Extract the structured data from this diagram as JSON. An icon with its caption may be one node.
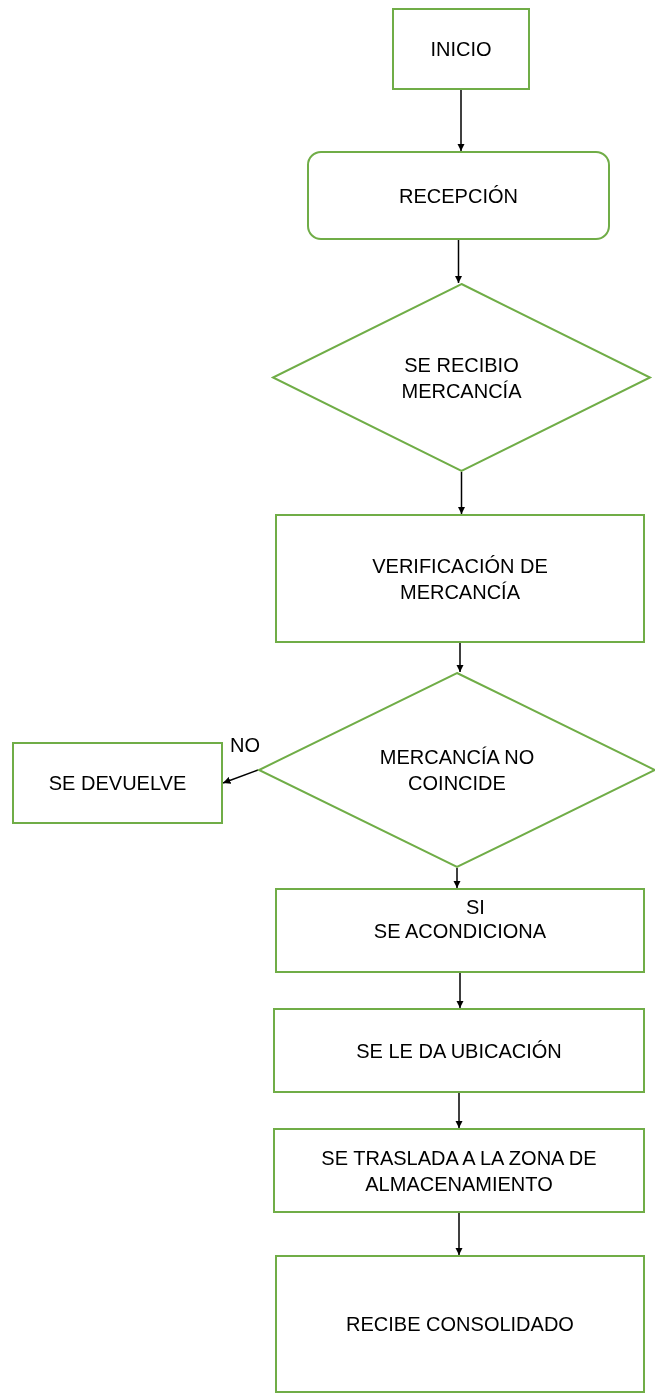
{
  "diagram": {
    "nodes": [
      {
        "text": [
          "INICIO"
        ]
      },
      {
        "text": [
          "RECEPCIÓN"
        ]
      },
      {
        "text": [
          "SE RECIBIO MERCANCÍA"
        ]
      },
      {
        "text": [
          "VERIFICACIÓN DE MERCANCÍA"
        ]
      },
      {
        "text": [
          "MERCANCÍA NO COINCIDE"
        ]
      },
      {
        "text": [
          "SE DEVUELVE"
        ]
      },
      {
        "text": [
          "SE ACONDICIONA"
        ]
      },
      {
        "text": [
          "SE LE DA UBICACIÓN"
        ]
      },
      {
        "text": [
          "SE TRASLADA A LA ZONA DE ALMACENAMIENTO"
        ]
      },
      {
        "text": [
          "RECIBE CONSOLIDADO"
        ]
      }
    ],
    "edges": [
      {
        "from": 0,
        "to": 1,
        "arrow": "to"
      },
      {
        "from": 1,
        "to": 2,
        "arrow": "to"
      },
      {
        "from": 2,
        "to": 3,
        "arrow": "to"
      },
      {
        "from": 3,
        "to": 4,
        "arrow": "to"
      },
      {
        "from": 4,
        "to": 5,
        "arrow": "to",
        "label": "NO"
      },
      {
        "from": 4,
        "to": 6,
        "arrow": "to",
        "label": "SI"
      },
      {
        "from": 6,
        "to": 7,
        "arrow": "to"
      },
      {
        "from": 7,
        "to": 8,
        "arrow": "to"
      },
      {
        "from": 8,
        "to": 9,
        "arrow": "to"
      }
    ]
  }
}
